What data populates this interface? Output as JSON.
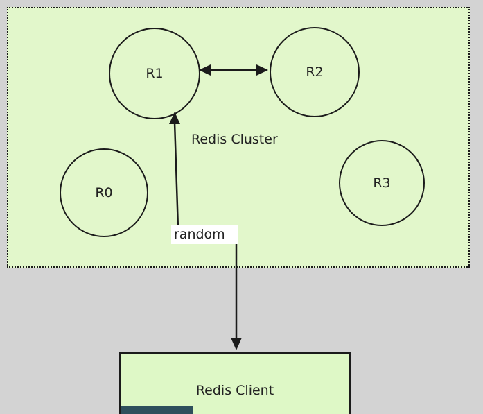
{
  "diagram": {
    "cluster_label": "Redis Cluster",
    "edge_label": "random",
    "client_label": "Redis Client",
    "nodes": [
      {
        "label": "R1"
      },
      {
        "label": "R2"
      },
      {
        "label": "R0"
      },
      {
        "label": "R3"
      }
    ],
    "edges": [
      {
        "from": "R1",
        "to": "R2",
        "type": "bidirectional"
      },
      {
        "from": "random",
        "to": "R1",
        "type": "directed"
      },
      {
        "from": "random",
        "to": "Redis Client",
        "type": "directed"
      }
    ],
    "colors": {
      "page_background": "#d3d3d3",
      "cluster_fill": "#e2f7cb",
      "client_fill": "#def8c6",
      "stroke": "#1b1b1b",
      "label_background": "#ffffff",
      "dark_bar": "#2e4f5c"
    }
  }
}
